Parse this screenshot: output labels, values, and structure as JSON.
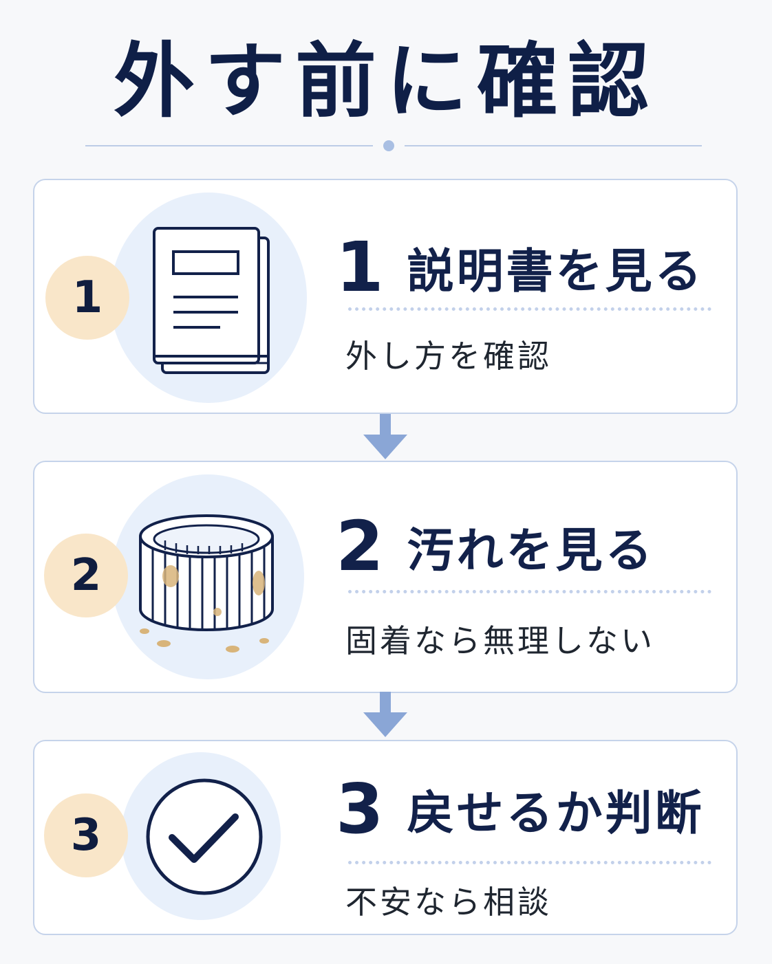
{
  "header": {
    "title": "外す前に確認"
  },
  "steps": [
    {
      "number": "1",
      "title": "説明書を見る",
      "subtitle": "外し方を確認",
      "icon": "manual-book-icon"
    },
    {
      "number": "2",
      "title": "汚れを見る",
      "subtitle": "固着なら無理しない",
      "icon": "dirty-filter-icon"
    },
    {
      "number": "3",
      "title": "戻せるか判断",
      "subtitle": "不安なら相談",
      "icon": "check-circle-icon"
    }
  ],
  "colors": {
    "navy": "#12214a",
    "accent_blue": "#8aa6d6",
    "badge_beige": "#f9e6c9",
    "halo_blue": "#e8f0fb",
    "stain_tan": "#d8b47a"
  }
}
